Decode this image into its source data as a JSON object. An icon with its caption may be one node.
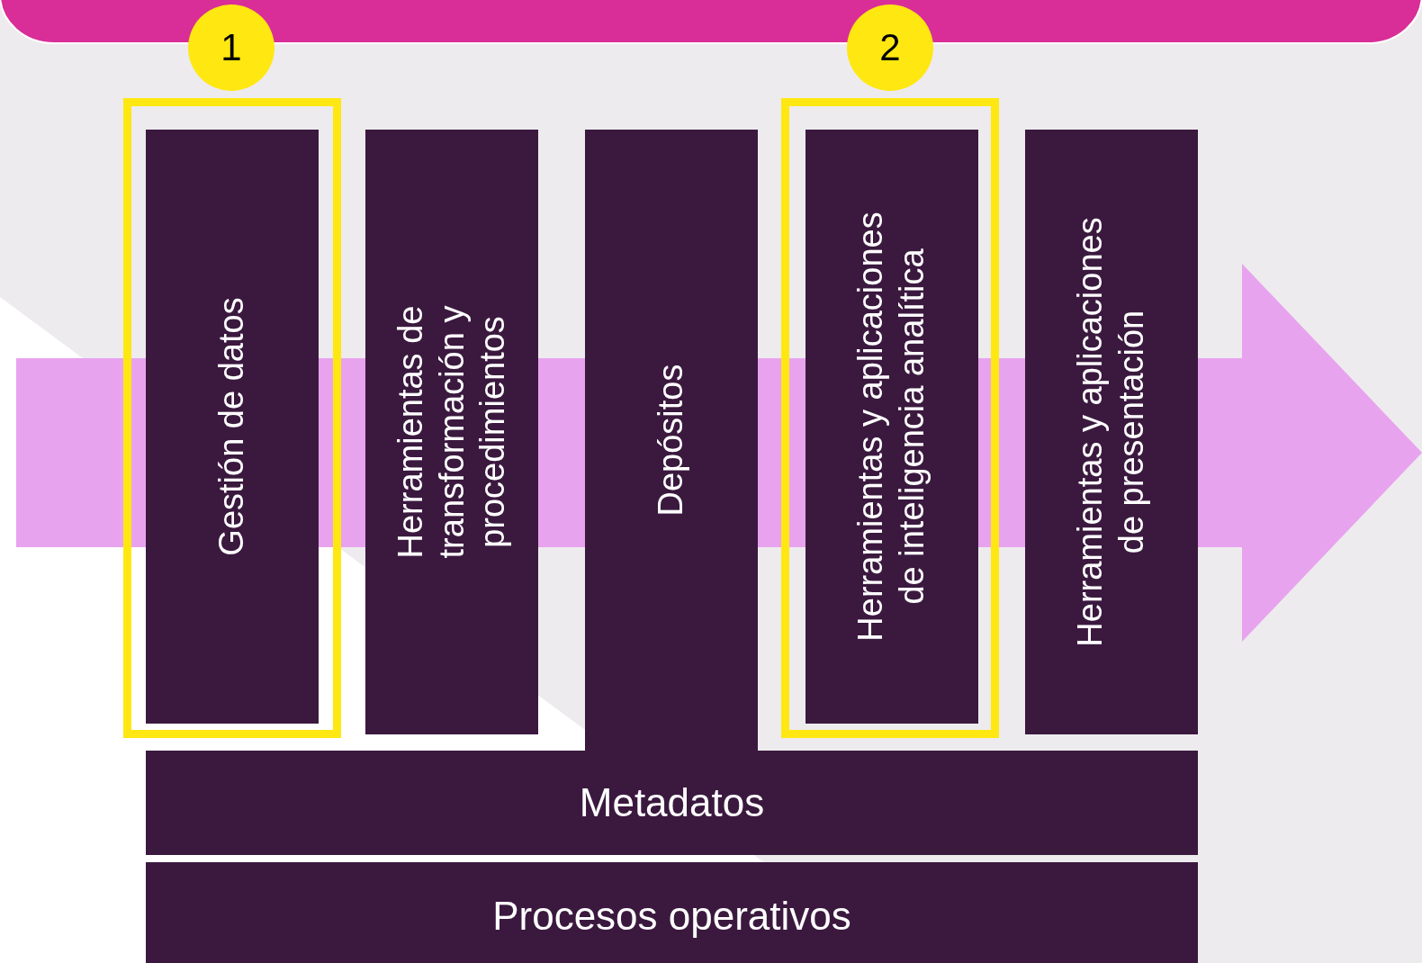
{
  "diagram": {
    "nodes": [
      {
        "text": [
          "Gestión de datos"
        ]
      },
      {
        "text": [
          "Herramientas de transformación y procedimientos"
        ]
      },
      {
        "text": [
          "Depósitos"
        ]
      },
      {
        "text": [
          "Herramientas y aplicaciones de inteligencia analítica"
        ]
      },
      {
        "text": [
          "Herramientas y aplicaciones de presentación"
        ]
      },
      {
        "text": [
          "Metadatos"
        ]
      },
      {
        "text": [
          "Procesos operativos"
        ]
      }
    ],
    "edges": [],
    "labels": [
      "1",
      "2"
    ]
  }
}
